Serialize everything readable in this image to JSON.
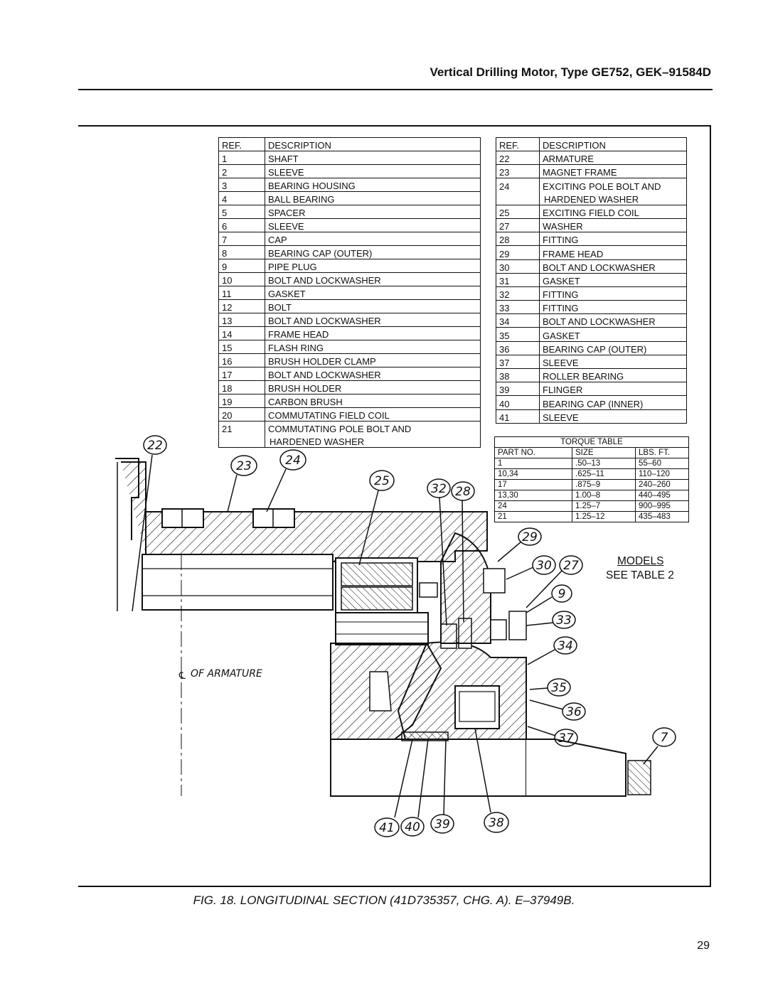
{
  "header": {
    "title": "Vertical Drilling Motor, Type GE752, GEK–91584D"
  },
  "parts_left": {
    "col_ref": "REF.",
    "col_desc": "DESCRIPTION",
    "rows": [
      {
        "ref": "1",
        "desc": "SHAFT"
      },
      {
        "ref": "2",
        "desc": "SLEEVE"
      },
      {
        "ref": "3",
        "desc": "BEARING HOUSING"
      },
      {
        "ref": "4",
        "desc": "BALL BEARING"
      },
      {
        "ref": "5",
        "desc": "SPACER"
      },
      {
        "ref": "6",
        "desc": "SLEEVE"
      },
      {
        "ref": "7",
        "desc": "CAP"
      },
      {
        "ref": "8",
        "desc": "BEARING CAP (OUTER)"
      },
      {
        "ref": "9",
        "desc": "PIPE PLUG"
      },
      {
        "ref": "10",
        "desc": "BOLT AND LOCKWASHER"
      },
      {
        "ref": "11",
        "desc": "GASKET"
      },
      {
        "ref": "12",
        "desc": "BOLT"
      },
      {
        "ref": "13",
        "desc": "BOLT AND LOCKWASHER"
      },
      {
        "ref": "14",
        "desc": "FRAME HEAD"
      },
      {
        "ref": "15",
        "desc": "FLASH RING"
      },
      {
        "ref": "16",
        "desc": "BRUSH HOLDER CLAMP"
      },
      {
        "ref": "17",
        "desc": "BOLT AND LOCKWASHER"
      },
      {
        "ref": "18",
        "desc": "BRUSH HOLDER"
      },
      {
        "ref": "19",
        "desc": "CARBON BRUSH"
      },
      {
        "ref": "20",
        "desc": "COMMUTATING FIELD COIL"
      },
      {
        "ref": "21",
        "desc": "COMMUTATING POLE BOLT AND",
        "desc2": "HARDENED WASHER"
      }
    ]
  },
  "parts_right": {
    "col_ref": "REF.",
    "col_desc": "DESCRIPTION",
    "rows": [
      {
        "ref": "22",
        "desc": "ARMATURE"
      },
      {
        "ref": "23",
        "desc": "MAGNET FRAME"
      },
      {
        "ref": "24",
        "desc": "EXCITING POLE BOLT AND",
        "desc2": "HARDENED WASHER"
      },
      {
        "ref": "25",
        "desc": "EXCITING FIELD COIL"
      },
      {
        "ref": "27",
        "desc": "WASHER"
      },
      {
        "ref": "28",
        "desc": "FITTING"
      },
      {
        "ref": "29",
        "desc": "FRAME HEAD"
      },
      {
        "ref": "30",
        "desc": "BOLT AND LOCKWASHER"
      },
      {
        "ref": "31",
        "desc": "GASKET"
      },
      {
        "ref": "32",
        "desc": "FITTING"
      },
      {
        "ref": "33",
        "desc": "FITTING"
      },
      {
        "ref": "34",
        "desc": "BOLT AND LOCKWASHER"
      },
      {
        "ref": "35",
        "desc": "GASKET"
      },
      {
        "ref": "36",
        "desc": "BEARING CAP (OUTER)"
      },
      {
        "ref": "37",
        "desc": "SLEEVE"
      },
      {
        "ref": "38",
        "desc": "ROLLER BEARING"
      },
      {
        "ref": "39",
        "desc": "FLINGER"
      },
      {
        "ref": "40",
        "desc": "BEARING CAP (INNER)"
      },
      {
        "ref": "41",
        "desc": "SLEEVE"
      }
    ]
  },
  "torque_table": {
    "title": "TORQUE TABLE",
    "headers": [
      "PART NO.",
      "SIZE",
      "LBS. FT."
    ],
    "rows": [
      [
        "1",
        ".50–13",
        "55–60"
      ],
      [
        "10,34",
        ".625–11",
        "110–120"
      ],
      [
        "17",
        ".875–9",
        "240–260"
      ],
      [
        "13,30",
        "1.00–8",
        "440–495"
      ],
      [
        "24",
        "1.25–7",
        "900–995"
      ],
      [
        "21",
        "1.25–12",
        "435–483"
      ]
    ]
  },
  "models_note": {
    "line1": "MODELS",
    "line2": "SEE TABLE 2"
  },
  "drawing": {
    "centerline_label": "OF ARMATURE",
    "callouts": [
      "22",
      "23",
      "24",
      "25",
      "32",
      "28",
      "29",
      "30",
      "27",
      "9",
      "33",
      "34",
      "35",
      "36",
      "37",
      "7",
      "41",
      "40",
      "39",
      "38"
    ]
  },
  "caption": "FIG. 18. LONGITUDINAL SECTION (41D735357, CHG. A). E–37949B.",
  "page_number": "29"
}
